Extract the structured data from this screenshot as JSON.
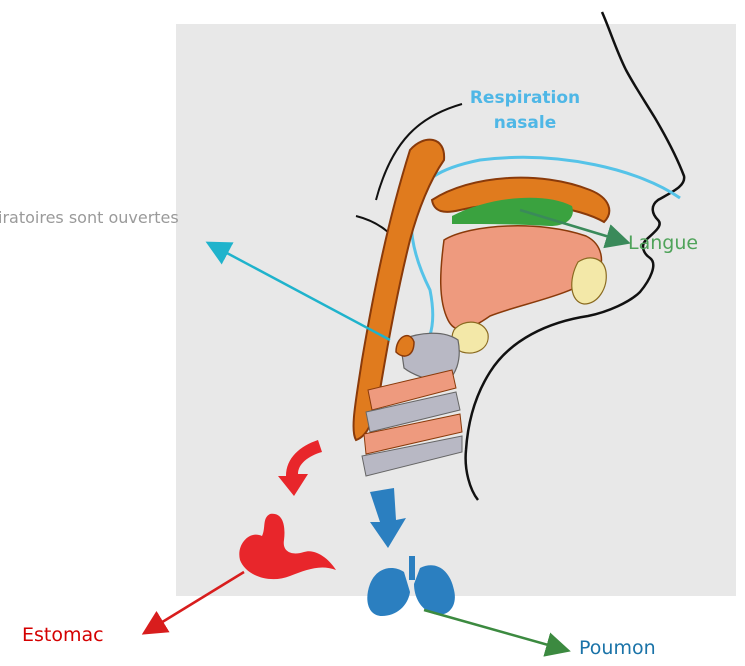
{
  "labels": {
    "airway": "iratoires sont ouvertes",
    "langue": "Langue",
    "estomac": "Estomac",
    "poumon": "Poumon",
    "respiration": "Respiration nasale"
  },
  "colors": {
    "panel": "#e8e8e8",
    "bone": "#e07b1e",
    "tissue": "#ee9a7e",
    "tongue": "#3aa23f",
    "airflow": "#55c3e8",
    "stomach": "#e8262b",
    "lung": "#2b7fc0",
    "airway_arrow": "#1fb3cc",
    "langue_arrow": "#3a8a5a",
    "estomac_arrow": "#d81d1d",
    "poumon_arrow": "#3c8a40"
  },
  "icons": [
    "curved-down-arrow-icon",
    "down-arrow-icon",
    "stomach-icon",
    "lungs-icon"
  ]
}
